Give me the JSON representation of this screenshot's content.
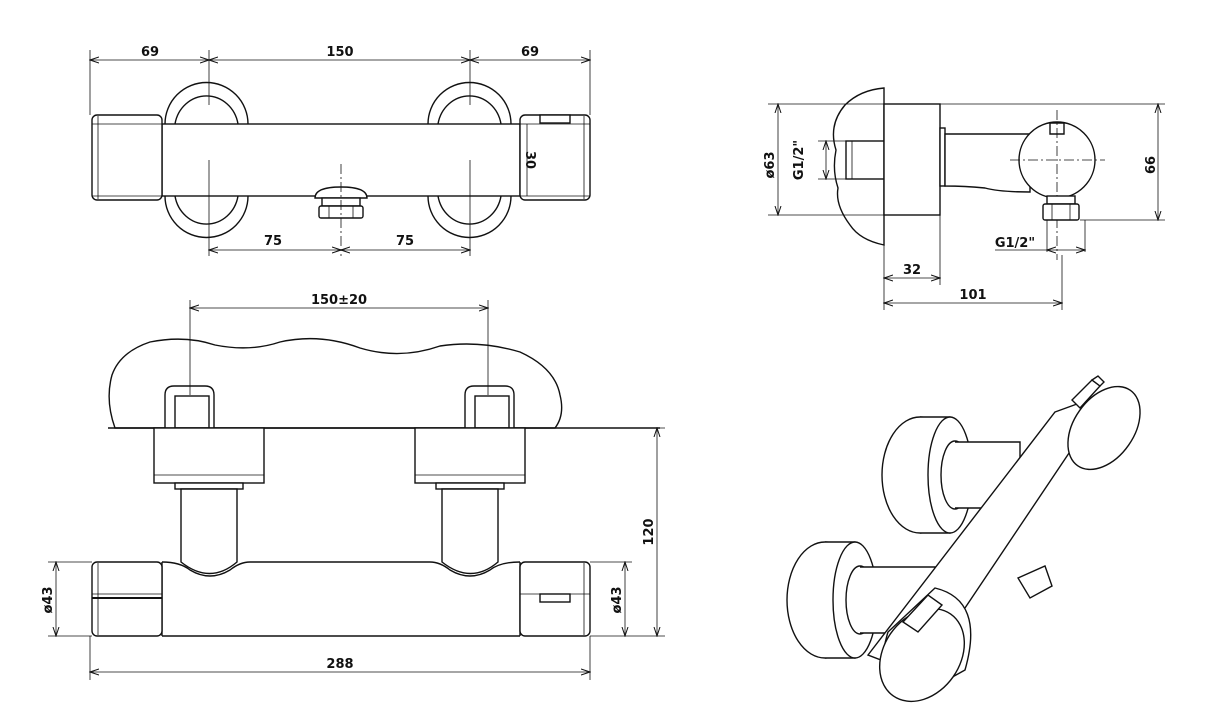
{
  "top_view": {
    "dim_left": "69",
    "dim_center": "150",
    "dim_right": "69",
    "dim_height": "30",
    "dim_half_left": "75",
    "dim_half_right": "75"
  },
  "side_view": {
    "dim_diameter": "ø63",
    "dim_inlet_thread": "G1/2\"",
    "dim_outlet_thread": "G1/2\"",
    "dim_height": "66",
    "dim_wall": "32",
    "dim_depth": "101"
  },
  "front_view": {
    "dim_spacing": "150±20",
    "dim_height": "120",
    "dim_diameter_left": "ø43",
    "dim_diameter_right": "ø43",
    "dim_total": "288"
  }
}
